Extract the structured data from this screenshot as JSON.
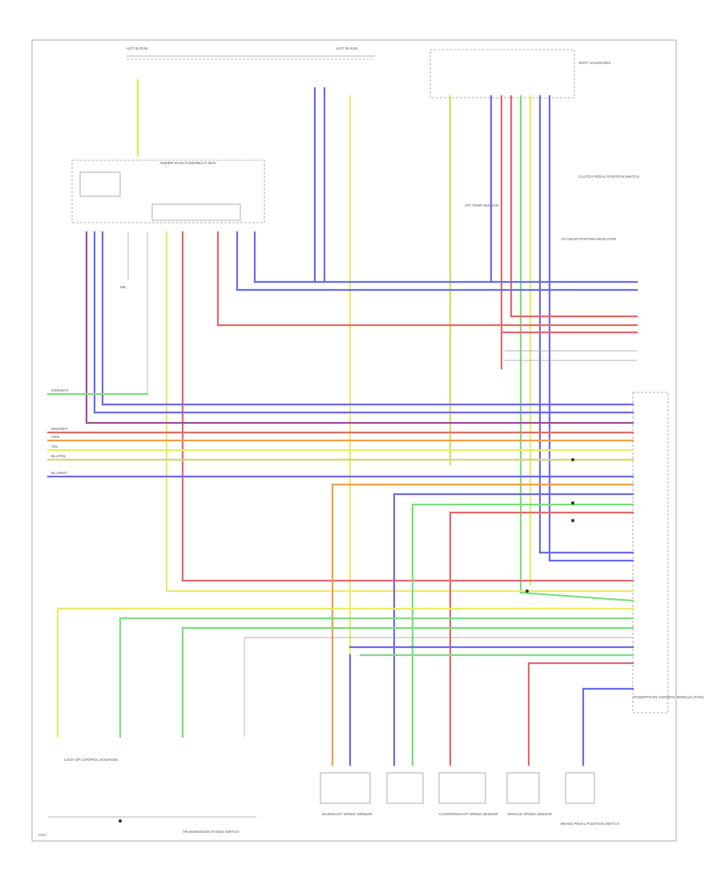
{
  "diagram": {
    "labels": {
      "hot_in_run_1": "HOT IN RUN",
      "hot_in_run_2": "HOT IN RUN",
      "underdash_fuse_box": "UNDER-DASH FUSE/RELAY BOX",
      "pcm_label": "POWERTRAIN CONTROL MODULE (PCM)",
      "footer_code": "CPU",
      "atf_sensor": "ATF TEMP SENSOR",
      "trans_range_switch": "TRANSMISSION RANGE SWITCH",
      "shift_solenoids": "SHIFT SOLENOIDS",
      "cpp_switch": "CLUTCH PEDAL POSITION SWITCH",
      "a_t_gear": "A/T GEAR POSITION INDICATOR",
      "lock_up": "LOCK-UP CONTROL SOLENOID",
      "mainshaft_sensor": "MAINSHAFT SPEED SENSOR",
      "countershaft_sensor": "COUNTERSHAFT SPEED SENSOR",
      "vss": "VEHICLE SPEED SENSOR",
      "mil": "MIL",
      "brake_switch": "BRAKE PEDAL POSITION SWITCH"
    },
    "left_wires": [
      "GRN/WHT",
      "RED/WHT",
      "ORN",
      "YEL",
      "BLU/YEL",
      "BLU/WHT"
    ]
  }
}
